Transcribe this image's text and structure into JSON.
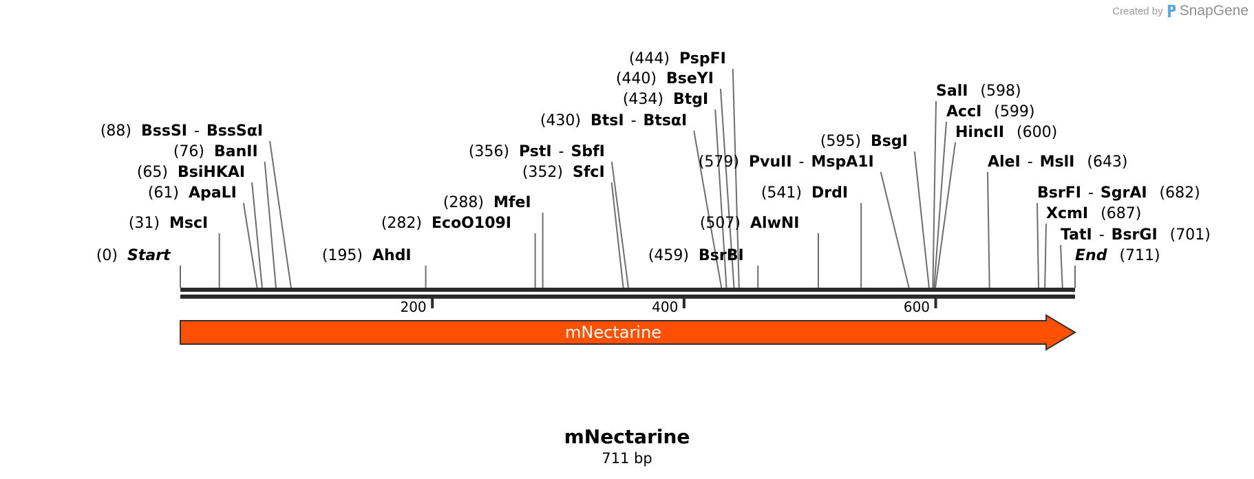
{
  "credit": {
    "prefix": "Created by",
    "brand": "SnapGene"
  },
  "sequence": {
    "name": "mNectarine",
    "length_label": "711 bp",
    "length_bp": 711
  },
  "feature": {
    "label": "mNectarine",
    "color": "#ff4f00",
    "start": 0,
    "end": 711,
    "direction": "forward"
  },
  "ruler": {
    "ticks": [
      {
        "value": 200,
        "label": "200"
      },
      {
        "value": 400,
        "label": "400"
      },
      {
        "value": 600,
        "label": "600"
      }
    ]
  },
  "sites": [
    {
      "pos_label": "(444)",
      "name": "PspFI",
      "cut": 444
    },
    {
      "pos_label": "(440)",
      "name": "BseYI",
      "cut": 440
    },
    {
      "pos_label": "(434)",
      "name": "BtgI",
      "cut": 434
    },
    {
      "pos_label": "(430)",
      "name": "BtsI",
      "sep": "-",
      "alt": "BtsαI",
      "cut": 430
    },
    {
      "pos_label": "(88)",
      "name": "BssSI",
      "sep": "-",
      "alt": "BssSαI",
      "cut": 88
    },
    {
      "pos_label": "(76)",
      "name": "BanII",
      "cut": 76
    },
    {
      "pos_label": "(65)",
      "name": "BsiHKAI",
      "cut": 65
    },
    {
      "pos_label": "(61)",
      "name": "ApaLI",
      "cut": 61
    },
    {
      "pos_label": "(31)",
      "name": "MscI",
      "cut": 31
    },
    {
      "pos_label": "(0)",
      "name": "Start",
      "italic": true,
      "cut": 0
    },
    {
      "pos_label": "(195)",
      "name": "AhdI",
      "cut": 195
    },
    {
      "pos_label": "(356)",
      "name": "PstI",
      "sep": "-",
      "alt": "SbfI",
      "cut": 356
    },
    {
      "pos_label": "(352)",
      "name": "SfcI",
      "cut": 352
    },
    {
      "pos_label": "(288)",
      "name": "MfeI",
      "cut": 288
    },
    {
      "pos_label": "(282)",
      "name": "EcoO109I",
      "cut": 282
    },
    {
      "pos_label": "(579)",
      "name": "PvuII",
      "sep": "-",
      "alt": "MspA1I",
      "cut": 579
    },
    {
      "pos_label": "(541)",
      "name": "DrdI",
      "cut": 541
    },
    {
      "pos_label": "(507)",
      "name": "AlwNI",
      "cut": 507
    },
    {
      "pos_label": "(459)",
      "name": "BsrBI",
      "cut": 459
    },
    {
      "pos_label": "(595)",
      "name": "BsgI",
      "cut": 595
    },
    {
      "pos_label": "(598)",
      "name": "SalI",
      "cut": 598
    },
    {
      "pos_label": "(599)",
      "name": "AccI",
      "cut": 599
    },
    {
      "pos_label": "(600)",
      "name": "HincII",
      "cut": 600
    },
    {
      "pos_label": "(643)",
      "name": "AleI",
      "sep": "-",
      "alt": "MslI",
      "cut": 643
    },
    {
      "pos_label": "(682)",
      "name": "BsrFI",
      "sep": "-",
      "alt": "SgrAI",
      "cut": 682
    },
    {
      "pos_label": "(687)",
      "name": "XcmI",
      "cut": 687
    },
    {
      "pos_label": "(701)",
      "name": "TatI",
      "sep": "-",
      "alt": "BsrGI",
      "cut": 701
    },
    {
      "pos_label": "(711)",
      "name": "End",
      "italic": true,
      "cut": 711
    }
  ]
}
